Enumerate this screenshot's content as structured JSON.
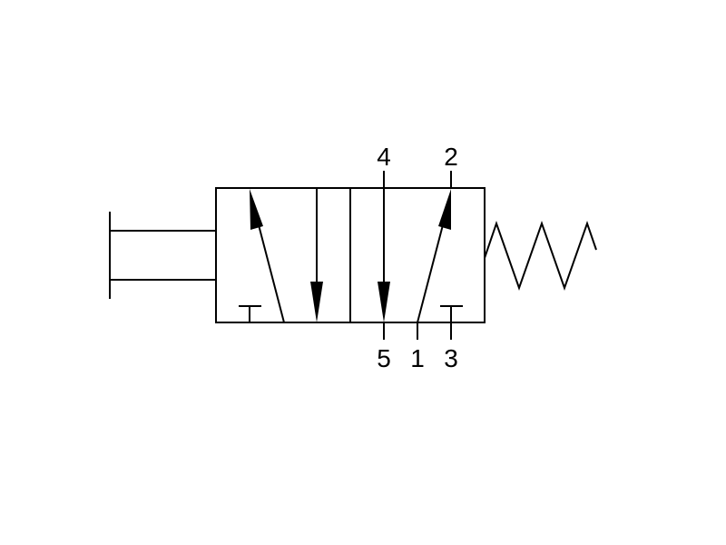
{
  "ports": {
    "port_4": "4",
    "port_2": "2",
    "port_5": "5",
    "port_1": "1",
    "port_3": "3"
  },
  "colors": {
    "stroke": "#000000",
    "background": "#ffffff"
  }
}
